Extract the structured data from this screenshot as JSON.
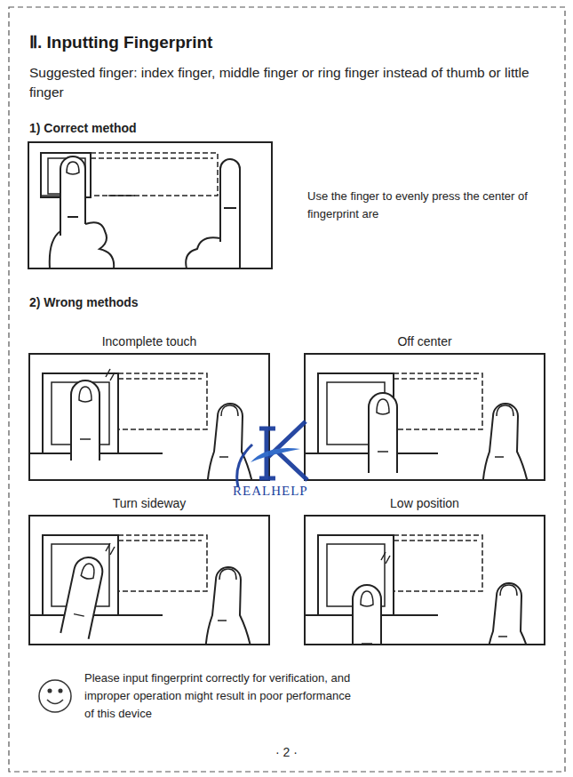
{
  "diagram": {
    "title": "Ⅱ. Inputting Fingerprint",
    "nodes": [
      {
        "text": [
          "Incomplete touch"
        ]
      },
      {
        "text": [
          "Off center"
        ]
      },
      {
        "text": [
          "Turn sideway"
        ]
      },
      {
        "text": [
          "Low position"
        ]
      }
    ],
    "labels": [
      "Suggested finger: index finger, middle finger or ring finger instead of thumb or little finger",
      "1) Correct method",
      "Use the finger to evenly press the center of fingerprint are",
      "2) Wrong methods",
      "REALHELP",
      "Please input fingerprint correctly for verification, and improper operation might result in poor performance of this device",
      "· 2 ·"
    ]
  }
}
